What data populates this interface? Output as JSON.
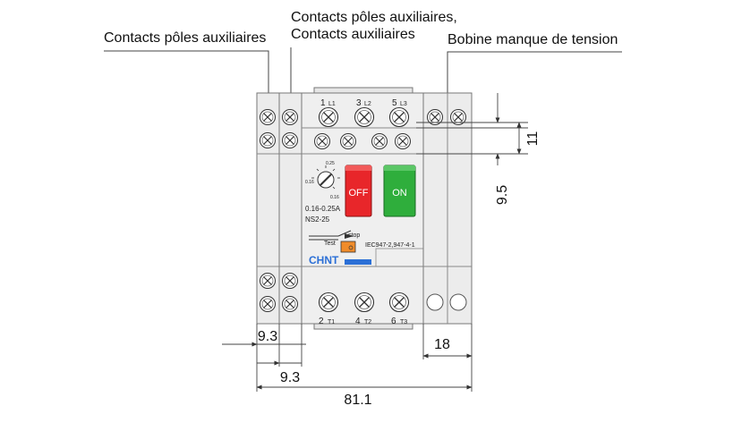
{
  "labels": {
    "aux_left": "Contacts pôles auxiliaires",
    "aux_mid_line1": "Contacts pôles auxiliaires,",
    "aux_mid_line2": "Contacts auxiliaires",
    "coil": "Bobine manque de tension"
  },
  "device": {
    "top_terminals": [
      "1",
      "L1",
      "3",
      "L2",
      "5",
      "L3"
    ],
    "bottom_terminals": [
      "2",
      "T1",
      "4",
      "T2",
      "6",
      "T3"
    ],
    "dial_scale_top": "0.25",
    "dial_scale_left": "0.16",
    "dial_scale_bottom": "0.16",
    "range": "0.16-0.25A",
    "model": "NS2-25",
    "off_label": "OFF",
    "on_label": "ON",
    "test_label": "Test",
    "stop_label": "stop",
    "standard": "IEC947-2,947-4-1",
    "brand": "CHNT"
  },
  "dimensions": {
    "height_small": "11",
    "height_large": "9.5",
    "width_aux1": "9.3",
    "width_aux2": "9.3",
    "width_coil": "18",
    "width_total": "81.1"
  },
  "colors": {
    "off_button": "#e8262a",
    "on_button": "#2fae3c",
    "brand_blue": "#2b6fd6"
  }
}
